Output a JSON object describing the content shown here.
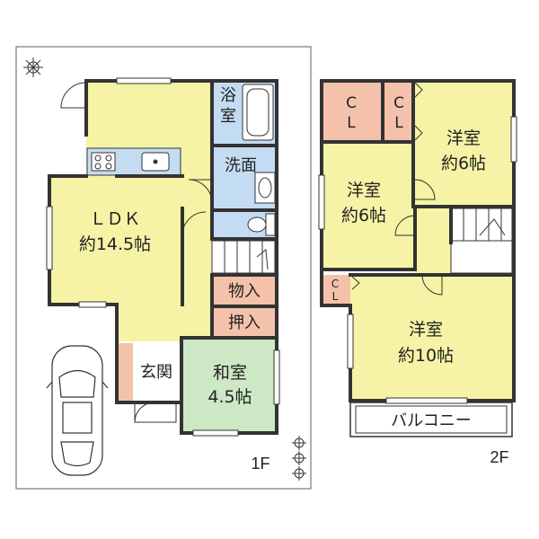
{
  "floors": {
    "first_label": "1F",
    "second_label": "2F"
  },
  "rooms_1f": {
    "ldk": {
      "name": "ＬＤＫ",
      "size": "約14.5帖"
    },
    "bath": {
      "name_top": "浴",
      "name_bottom": "室"
    },
    "wash": {
      "name": "洗面"
    },
    "storage": {
      "name": "物入"
    },
    "closet": {
      "name": "押入"
    },
    "entrance": {
      "name": "玄関"
    },
    "washitsu": {
      "name": "和室",
      "size": "4.5帖"
    }
  },
  "rooms_2f": {
    "cl_a": {
      "top": "C",
      "bottom": "L"
    },
    "cl_b": {
      "top": "C",
      "bottom": "L"
    },
    "cl_c": {
      "top": "C",
      "bottom": "L"
    },
    "western_ne": {
      "name": "洋室",
      "size": "約6帖"
    },
    "western_w": {
      "name": "洋室",
      "size": "約6帖"
    },
    "western_s": {
      "name": "洋室",
      "size": "約10帖"
    },
    "balcony": {
      "name": "バルコニー"
    }
  },
  "colors": {
    "ldk": "#f6f3a6",
    "wet": "#c4dcf2",
    "storage": "#f4c2aa",
    "washitsu": "#cde8c4",
    "entrance_floor": "#ffffff",
    "wall": "#333333",
    "lot_line": "#777777"
  }
}
